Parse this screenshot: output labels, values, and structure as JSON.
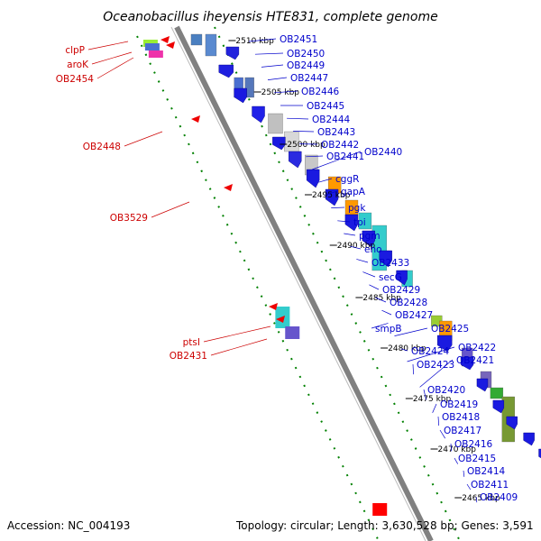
{
  "title": "Oceanobacillus iheyensis HTE831, complete genome",
  "footer": {
    "accession": "Accession: NC_004193",
    "topology": "Topology: circular; Length: 3,630,528 bp; Genes: 3,591"
  },
  "colors": {
    "forward_label": "#0000cc",
    "reverse_label": "#cc0000",
    "backbone": "#808080",
    "track_dots": "#008000"
  },
  "ticks": [
    "2510 kbp",
    "2505 kbp",
    "2500 kbp",
    "2495 kbp",
    "2490 kbp",
    "2485 kbp",
    "2480 kbp",
    "2475 kbp",
    "2470 kbp",
    "2465 kbp"
  ],
  "forward_genes": [
    "OB2451",
    "OB2450",
    "OB2449",
    "OB2447",
    "OB2446",
    "OB2445",
    "OB2444",
    "OB2443",
    "OB2442",
    "OB2441",
    "OB2440",
    "cggR",
    "gapA",
    "pgk",
    "tpi",
    "pgm",
    "eno",
    "OB2433",
    "secG",
    "OB2429",
    "OB2428",
    "OB2427",
    "smpB",
    "OB2425",
    "OB2424",
    "OB2422",
    "OB2423",
    "OB2421",
    "OB2420",
    "OB2419",
    "OB2418",
    "OB2417",
    "OB2416",
    "OB2415",
    "OB2414",
    "OB2411",
    "OB2409"
  ],
  "reverse_genes": [
    "clpP",
    "aroK",
    "OB2454",
    "OB2448",
    "OB3529",
    "ptsI",
    "OB2431"
  ]
}
